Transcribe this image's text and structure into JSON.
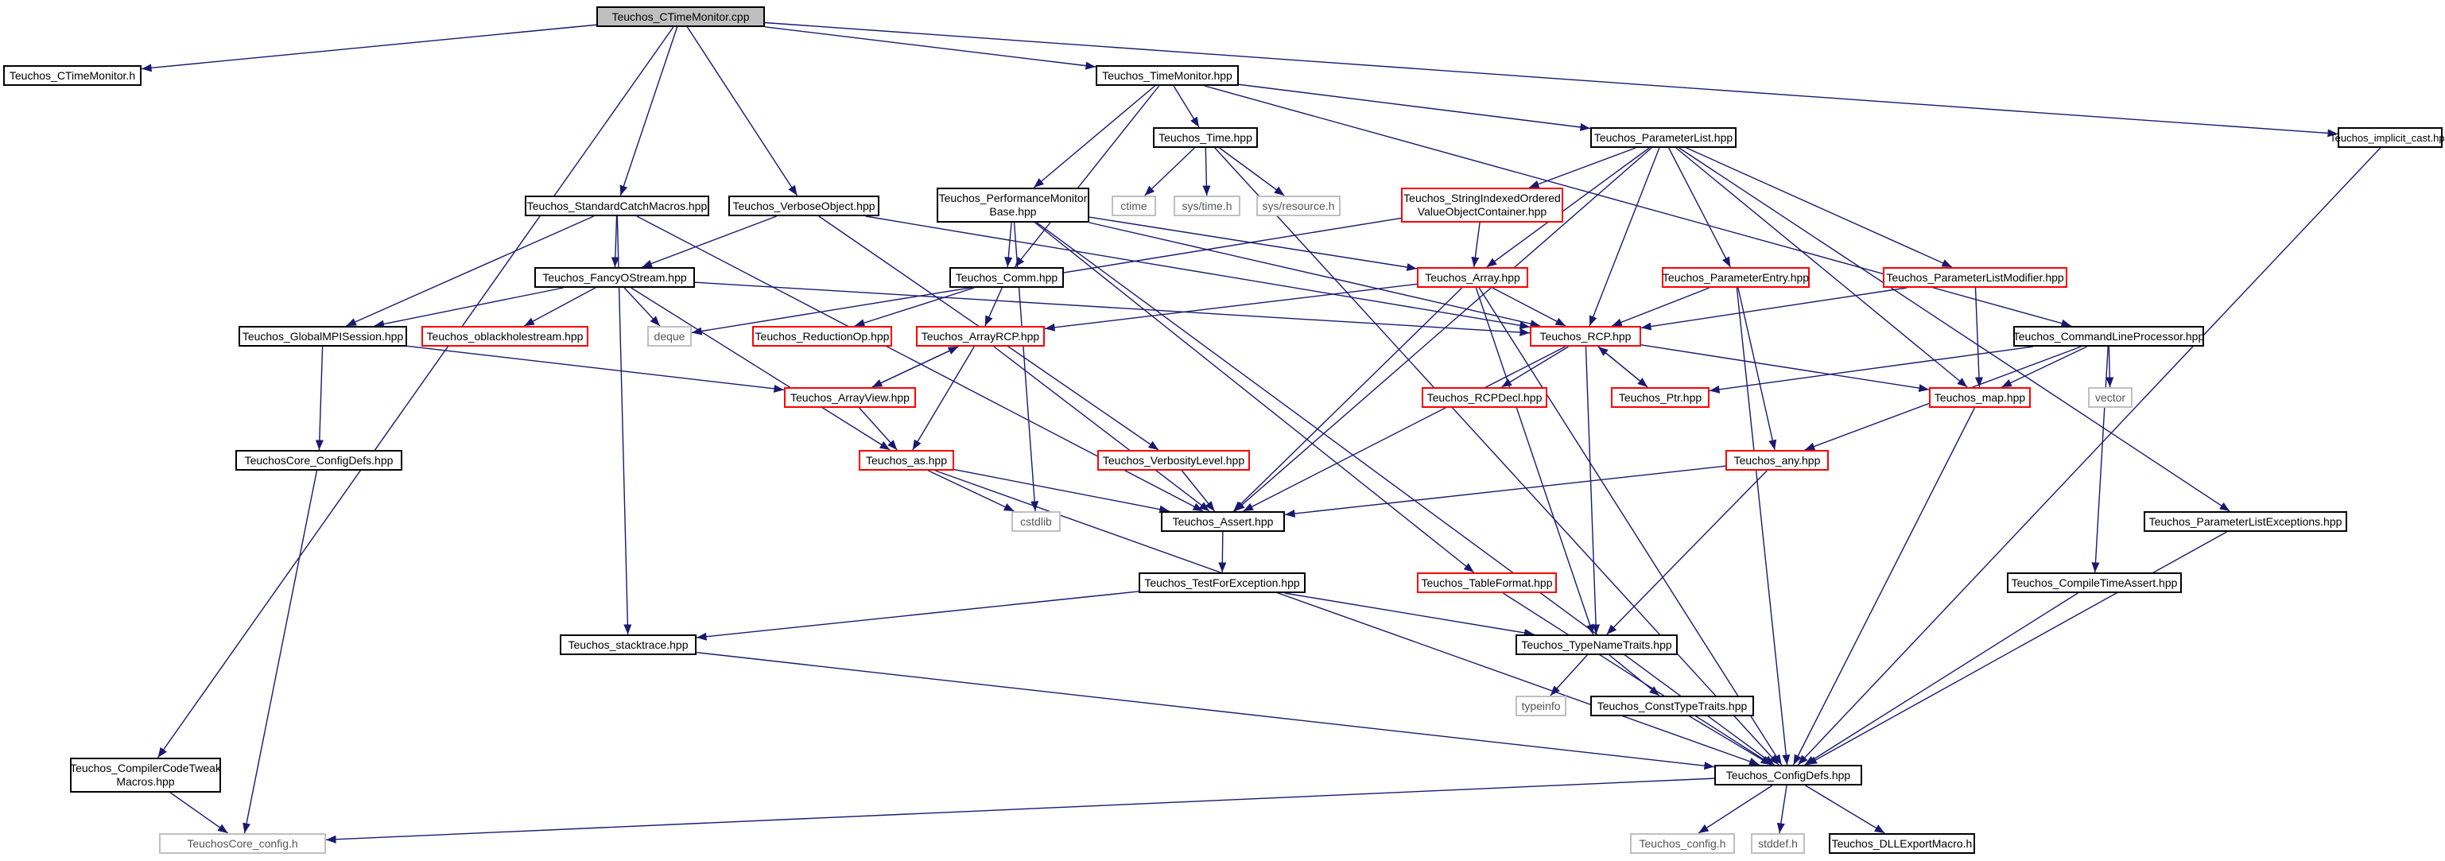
{
  "colors": {
    "edge": "#191970",
    "border": "#000000",
    "red_border": "#ff0000",
    "ext_border": "#bfbfbf",
    "root_fill": "#bfbfbf"
  },
  "nodes": [
    {
      "id": "ctm_cpp",
      "label": "Teuchos_CTimeMonitor.cpp",
      "kind": "root"
    },
    {
      "id": "ctm_h",
      "label": "Teuchos_CTimeMonitor.h",
      "kind": "normal"
    },
    {
      "id": "timemon",
      "label": "Teuchos_TimeMonitor.hpp",
      "kind": "normal"
    },
    {
      "id": "impcast",
      "label": "Teuchos_implicit_cast.hpp",
      "kind": "normal"
    },
    {
      "id": "time",
      "label": "Teuchos_Time.hpp",
      "kind": "normal"
    },
    {
      "id": "plist",
      "label": "Teuchos_ParameterList.hpp",
      "kind": "normal"
    },
    {
      "id": "ctime",
      "label": "ctime",
      "kind": "ext"
    },
    {
      "id": "systime",
      "label": "sys/time.h",
      "kind": "ext"
    },
    {
      "id": "sysres",
      "label": "sys/resource.h",
      "kind": "ext"
    },
    {
      "id": "stdcatch",
      "label": "Teuchos_StandardCatchMacros.hpp",
      "kind": "normal"
    },
    {
      "id": "verbobj",
      "label": "Teuchos_VerboseObject.hpp",
      "kind": "normal"
    },
    {
      "id": "perfmon",
      "label": "Teuchos_PerformanceMonitor\nBase.hpp",
      "kind": "normal"
    },
    {
      "id": "stridx",
      "label": "Teuchos_StringIndexedOrdered\nValueObjectContainer.hpp",
      "kind": "red"
    },
    {
      "id": "fancy",
      "label": "Teuchos_FancyOStream.hpp",
      "kind": "normal"
    },
    {
      "id": "comm",
      "label": "Teuchos_Comm.hpp",
      "kind": "normal"
    },
    {
      "id": "array",
      "label": "Teuchos_Array.hpp",
      "kind": "red"
    },
    {
      "id": "pentry",
      "label": "Teuchos_ParameterEntry.hpp",
      "kind": "red"
    },
    {
      "id": "plmod",
      "label": "Teuchos_ParameterListModifier.hpp",
      "kind": "red"
    },
    {
      "id": "globalmpi",
      "label": "Teuchos_GlobalMPISession.hpp",
      "kind": "normal"
    },
    {
      "id": "oblack",
      "label": "Teuchos_oblackholestream.hpp",
      "kind": "red"
    },
    {
      "id": "deque",
      "label": "deque",
      "kind": "ext"
    },
    {
      "id": "redop",
      "label": "Teuchos_ReductionOp.hpp",
      "kind": "red"
    },
    {
      "id": "arcp",
      "label": "Teuchos_ArrayRCP.hpp",
      "kind": "red"
    },
    {
      "id": "rcp",
      "label": "Teuchos_RCP.hpp",
      "kind": "red"
    },
    {
      "id": "clp",
      "label": "Teuchos_CommandLineProcessor.hpp",
      "kind": "normal"
    },
    {
      "id": "arrview",
      "label": "Teuchos_ArrayView.hpp",
      "kind": "red"
    },
    {
      "id": "rcpdecl",
      "label": "Teuchos_RCPDecl.hpp",
      "kind": "red"
    },
    {
      "id": "ptr",
      "label": "Teuchos_Ptr.hpp",
      "kind": "red"
    },
    {
      "id": "map",
      "label": "Teuchos_map.hpp",
      "kind": "red"
    },
    {
      "id": "vector",
      "label": "vector",
      "kind": "ext"
    },
    {
      "id": "coreconfdefs",
      "label": "TeuchosCore_ConfigDefs.hpp",
      "kind": "normal"
    },
    {
      "id": "verblevel",
      "label": "Teuchos_VerbosityLevel.hpp",
      "kind": "red"
    },
    {
      "id": "as",
      "label": "Teuchos_as.hpp",
      "kind": "red"
    },
    {
      "id": "any",
      "label": "Teuchos_any.hpp",
      "kind": "red"
    },
    {
      "id": "cstdlib",
      "label": "cstdlib",
      "kind": "ext"
    },
    {
      "id": "assert",
      "label": "Teuchos_Assert.hpp",
      "kind": "normal"
    },
    {
      "id": "plexc",
      "label": "Teuchos_ParameterListExceptions.hpp",
      "kind": "normal"
    },
    {
      "id": "testexc",
      "label": "Teuchos_TestForException.hpp",
      "kind": "normal"
    },
    {
      "id": "tablefmt",
      "label": "Teuchos_TableFormat.hpp",
      "kind": "red"
    },
    {
      "id": "cta",
      "label": "Teuchos_CompileTimeAssert.hpp",
      "kind": "normal"
    },
    {
      "id": "stacktrace",
      "label": "Teuchos_stacktrace.hpp",
      "kind": "normal"
    },
    {
      "id": "typename",
      "label": "Teuchos_TypeNameTraits.hpp",
      "kind": "normal"
    },
    {
      "id": "typeinfo",
      "label": "typeinfo",
      "kind": "ext"
    },
    {
      "id": "consttype",
      "label": "Teuchos_ConstTypeTraits.hpp",
      "kind": "normal"
    },
    {
      "id": "ccodetweak",
      "label": "Teuchos_CompilerCodeTweak\nMacros.hpp",
      "kind": "normal"
    },
    {
      "id": "confdefs",
      "label": "Teuchos_ConfigDefs.hpp",
      "kind": "normal"
    },
    {
      "id": "coreconfig",
      "label": "TeuchosCore_config.h",
      "kind": "ext"
    },
    {
      "id": "config",
      "label": "Teuchos_config.h",
      "kind": "ext"
    },
    {
      "id": "stddef",
      "label": "stddef.h",
      "kind": "ext"
    },
    {
      "id": "dllexport",
      "label": "Teuchos_DLLExportMacro.h",
      "kind": "normal"
    }
  ],
  "edges": [
    [
      "ctm_cpp",
      "ctm_h"
    ],
    [
      "ctm_cpp",
      "timemon"
    ],
    [
      "ctm_cpp",
      "impcast"
    ],
    [
      "ctm_cpp",
      "stdcatch"
    ],
    [
      "ctm_cpp",
      "verbobj"
    ],
    [
      "ctm_cpp",
      "ccodetweak"
    ],
    [
      "timemon",
      "time"
    ],
    [
      "timemon",
      "plist"
    ],
    [
      "timemon",
      "perfmon"
    ],
    [
      "timemon",
      "comm"
    ],
    [
      "timemon",
      "clp"
    ],
    [
      "time",
      "ctime"
    ],
    [
      "time",
      "systime"
    ],
    [
      "time",
      "sysres"
    ],
    [
      "time",
      "confdefs"
    ],
    [
      "plist",
      "stridx"
    ],
    [
      "plist",
      "array"
    ],
    [
      "plist",
      "pentry"
    ],
    [
      "plist",
      "plmod"
    ],
    [
      "plist",
      "rcp"
    ],
    [
      "plist",
      "map"
    ],
    [
      "plist",
      "plexc"
    ],
    [
      "plist",
      "assert"
    ],
    [
      "stdcatch",
      "fancy"
    ],
    [
      "stdcatch",
      "globalmpi"
    ],
    [
      "stdcatch",
      "assert"
    ],
    [
      "stdcatch",
      "stacktrace"
    ],
    [
      "verbobj",
      "fancy"
    ],
    [
      "verbobj",
      "rcp"
    ],
    [
      "verbobj",
      "verblevel"
    ],
    [
      "perfmon",
      "comm"
    ],
    [
      "perfmon",
      "array"
    ],
    [
      "perfmon",
      "rcp"
    ],
    [
      "perfmon",
      "tablefmt"
    ],
    [
      "perfmon",
      "cstdlib"
    ],
    [
      "perfmon",
      "confdefs"
    ],
    [
      "stridx",
      "array"
    ],
    [
      "stridx",
      "deque"
    ],
    [
      "fancy",
      "globalmpi"
    ],
    [
      "fancy",
      "oblack"
    ],
    [
      "fancy",
      "deque"
    ],
    [
      "fancy",
      "rcp"
    ],
    [
      "fancy",
      "as"
    ],
    [
      "comm",
      "redop"
    ],
    [
      "comm",
      "arcp"
    ],
    [
      "array",
      "arcp"
    ],
    [
      "array",
      "rcp"
    ],
    [
      "array",
      "assert"
    ],
    [
      "array",
      "typename"
    ],
    [
      "array",
      "confdefs"
    ],
    [
      "pentry",
      "rcp"
    ],
    [
      "pentry",
      "any"
    ],
    [
      "pentry",
      "confdefs"
    ],
    [
      "plmod",
      "rcp"
    ],
    [
      "plmod",
      "map"
    ],
    [
      "globalmpi",
      "coreconfdefs"
    ],
    [
      "globalmpi",
      "arrview"
    ],
    [
      "arcp",
      "arrview"
    ],
    [
      "arcp",
      "as"
    ],
    [
      "arcp",
      "assert"
    ],
    [
      "arrview",
      "arcp"
    ],
    [
      "arrview",
      "as"
    ],
    [
      "rcp",
      "rcpdecl"
    ],
    [
      "rcp",
      "ptr"
    ],
    [
      "rcp",
      "map"
    ],
    [
      "rcp",
      "assert"
    ],
    [
      "rcp",
      "typename"
    ],
    [
      "ptr",
      "rcp"
    ],
    [
      "clp",
      "ptr"
    ],
    [
      "clp",
      "map"
    ],
    [
      "clp",
      "vector"
    ],
    [
      "clp",
      "any"
    ],
    [
      "clp",
      "cta"
    ],
    [
      "map",
      "confdefs"
    ],
    [
      "coreconfdefs",
      "coreconfig"
    ],
    [
      "verblevel",
      "assert"
    ],
    [
      "as",
      "assert"
    ],
    [
      "as",
      "cstdlib"
    ],
    [
      "as",
      "confdefs"
    ],
    [
      "any",
      "assert"
    ],
    [
      "any",
      "typename"
    ],
    [
      "assert",
      "testexc"
    ],
    [
      "plexc",
      "confdefs"
    ],
    [
      "testexc",
      "stacktrace"
    ],
    [
      "testexc",
      "typename"
    ],
    [
      "tablefmt",
      "confdefs"
    ],
    [
      "cta",
      "confdefs"
    ],
    [
      "stacktrace",
      "confdefs"
    ],
    [
      "typename",
      "typeinfo"
    ],
    [
      "typename",
      "consttype"
    ],
    [
      "consttype",
      "confdefs"
    ],
    [
      "ccodetweak",
      "coreconfig"
    ],
    [
      "confdefs",
      "coreconfig"
    ],
    [
      "confdefs",
      "config"
    ],
    [
      "confdefs",
      "stddef"
    ],
    [
      "confdefs",
      "dllexport"
    ],
    [
      "impcast",
      "confdefs"
    ]
  ]
}
